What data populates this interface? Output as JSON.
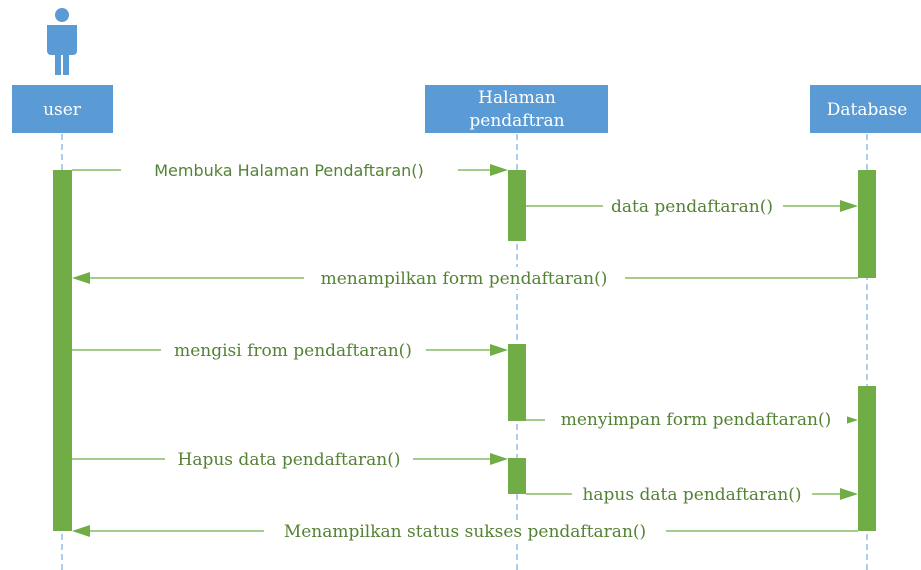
{
  "colors": {
    "box": "#5b9bd5",
    "box_text": "#ffffff",
    "activation": "#70ad47",
    "message": "#70ad47",
    "message_text": "#548235",
    "lifeline": "#5b9bd5"
  },
  "participants": [
    {
      "id": "user",
      "label_lines": [
        "user"
      ],
      "has_actor_icon": true
    },
    {
      "id": "halaman",
      "label_lines": [
        "Halaman",
        "pendaftran"
      ],
      "has_actor_icon": false
    },
    {
      "id": "database",
      "label_lines": [
        "Database"
      ],
      "has_actor_icon": false
    }
  ],
  "messages": [
    {
      "text": "Membuka Halaman Pendaftaran()",
      "from": "user",
      "to": "halaman",
      "direction": "right",
      "font": "sans"
    },
    {
      "text": "data pendaftaran()",
      "from": "halaman",
      "to": "database",
      "direction": "right",
      "font": "serif"
    },
    {
      "text": "menampilkan form pendaftaran()",
      "from": "database",
      "to": "user",
      "direction": "left",
      "font": "serif"
    },
    {
      "text": "mengisi from pendaftaran()",
      "from": "user",
      "to": "halaman",
      "direction": "right",
      "font": "serif"
    },
    {
      "text": "menyimpan form pendaftaran()",
      "from": "halaman",
      "to": "database",
      "direction": "right",
      "font": "serif"
    },
    {
      "text": "Hapus data pendaftaran()",
      "from": "user",
      "to": "halaman",
      "direction": "right",
      "font": "serif"
    },
    {
      "text": "hapus data pendaftaran()",
      "from": "halaman",
      "to": "database",
      "direction": "right",
      "font": "serif"
    },
    {
      "text": "Menampilkan status sukses pendaftaran()",
      "from": "database",
      "to": "user",
      "direction": "left",
      "font": "serif"
    }
  ]
}
